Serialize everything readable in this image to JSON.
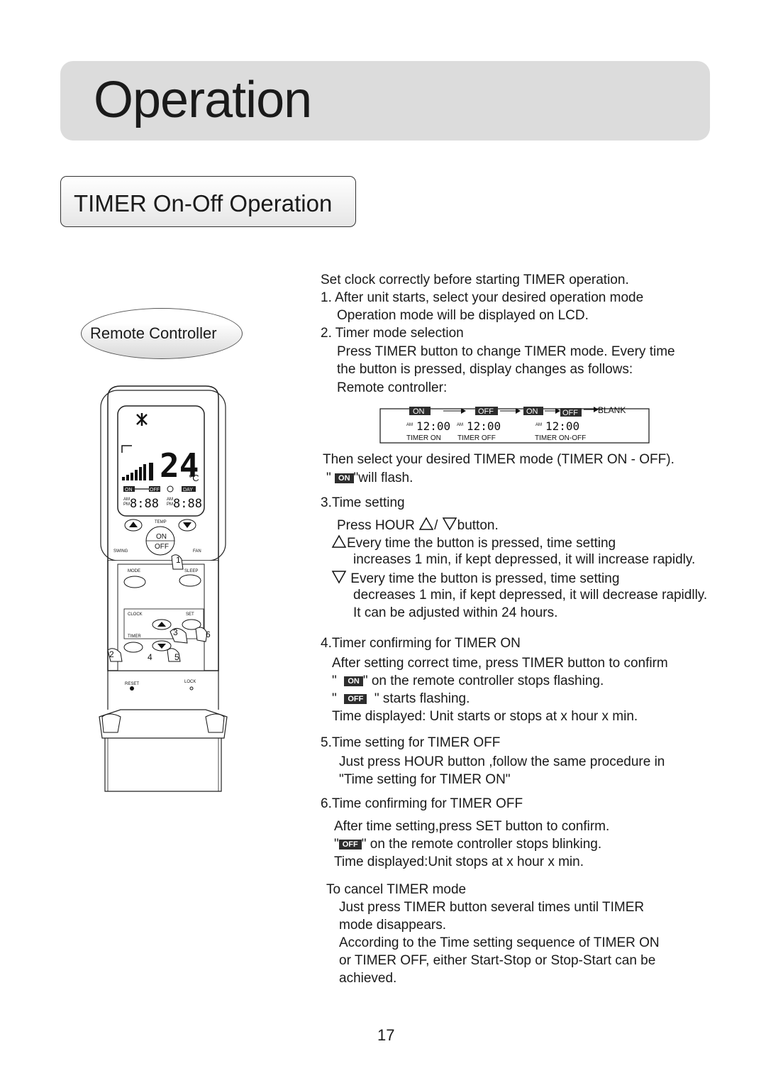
{
  "header": {
    "title": "Operation"
  },
  "section": {
    "title": "TIMER On-Off Operation"
  },
  "remote": {
    "label": "Remote Controller",
    "lcd": {
      "temp": "24",
      "unit": "°C",
      "on": "ON",
      "off": "OFF",
      "day": "DAY",
      "am": "AM",
      "pm": "PM",
      "time1": "8:88",
      "time2": "8:88"
    },
    "buttons": {
      "temp": "TEMP",
      "on": "ON",
      "off": "OFF",
      "swing": "SWING",
      "fan": "FAN",
      "mode": "MODE",
      "sleep": "SLEEP",
      "clock": "CLOCK",
      "set": "SET",
      "timer": "TIMER",
      "reset": "RESET",
      "lock": "LOCK"
    },
    "callouts": [
      "1",
      "2",
      "3",
      "4",
      "5",
      "6"
    ]
  },
  "instructions": {
    "intro": "Set clock correctly before starting TIMER operation.",
    "s1_title": "1. After unit starts, select your desired operation mode",
    "s1_line": "Operation mode will be displayed on LCD.",
    "s2_title": "2. Timer mode selection",
    "s2_l1": "Press TIMER button to change TIMER mode. Every time",
    "s2_l2": "the button is pressed, display changes as follows:",
    "s2_l3": "Remote controller:",
    "seq": {
      "on": "ON",
      "off": "OFF",
      "blank": "BLANK",
      "am": "AM",
      "time": "12:00",
      "lbl1": "TIMER ON",
      "lbl2": "TIMER OFF",
      "lbl3": "TIMER ON-OFF"
    },
    "then": "Then select your desired TIMER mode (TIMER ON - OFF).",
    "flash_q": "\"",
    "flash_badge": "ON",
    "flash_rest": "\"will flash.",
    "s3_title": "3.Time setting",
    "s3_press": "Press HOUR",
    "s3_slash": "/",
    "s3_button": "button.",
    "s3_up1": "Every time the button is pressed, time setting",
    "s3_up2": "increases 1 min, if kept depressed, it will increase rapidly.",
    "s3_dn1": "Every time the button is pressed, time setting",
    "s3_dn2": "decreases 1 min, if kept depressed, it will decrease rapidlly.",
    "s3_dn3": "It can be adjusted within 24 hours.",
    "s4_title": "4.Timer confirming for TIMER ON",
    "s4_l1": "After setting correct time, press TIMER button to confirm",
    "s4_q": "\"",
    "s4_on": "ON",
    "s4_l2": "\" on the remote controller stops flashing.",
    "s4_off": "OFF",
    "s4_l3": "\" starts flashing.",
    "s4_l4": "Time displayed: Unit starts or stops at x hour x min.",
    "s5_title": "5.Time setting for TIMER OFF",
    "s5_l1": "Just press HOUR button ,follow the same procedure in",
    "s5_l2": "\"Time setting for TIMER ON\"",
    "s6_title": "6.Time confirming for TIMER OFF",
    "s6_l1": "After time setting,press SET button to confirm.",
    "s6_off": "OFF",
    "s6_l2": "\" on the remote controller stops blinking.",
    "s6_l3": "Time displayed:Unit stops at x hour x min.",
    "cancel_title": "To cancel TIMER mode",
    "cancel_l1": "Just press TIMER button several times until TIMER",
    "cancel_l2": "mode disappears.",
    "cancel_l3": "According to the Time setting sequence of TIMER ON",
    "cancel_l4": "or TIMER OFF, either Start-Stop or Stop-Start can be",
    "cancel_l5": "achieved."
  },
  "footer": {
    "page_number": "17"
  }
}
